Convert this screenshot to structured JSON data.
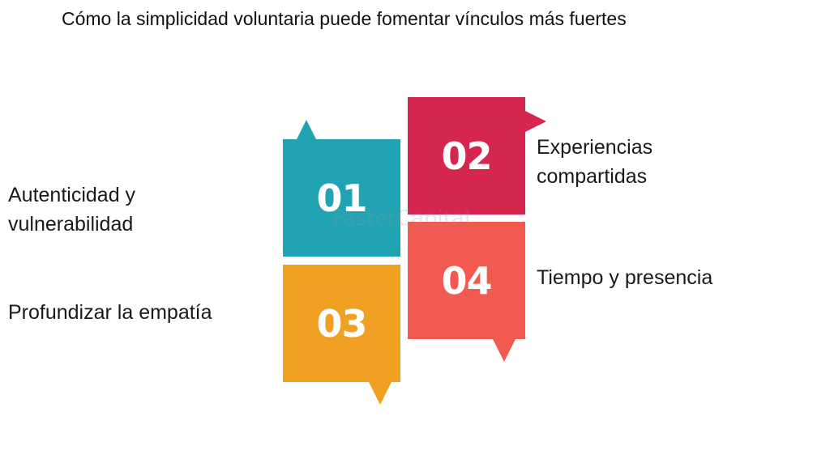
{
  "title": "Cómo la simplicidad voluntaria puede fomentar vínculos más fuertes",
  "items": [
    {
      "number": "01",
      "label_lines": [
        "Autenticidad y",
        "vulnerabilidad"
      ],
      "color": "#22a3b4"
    },
    {
      "number": "02",
      "label_lines": [
        "Experiencias",
        "compartidas"
      ],
      "color": "#d5264f"
    },
    {
      "number": "03",
      "label_lines": [
        "Profundizar la empatía"
      ],
      "color": "#f0a023"
    },
    {
      "number": "04",
      "label_lines": [
        "Tiempo y presencia"
      ],
      "color": "#f05a50"
    }
  ],
  "watermark": "FasterCapital"
}
